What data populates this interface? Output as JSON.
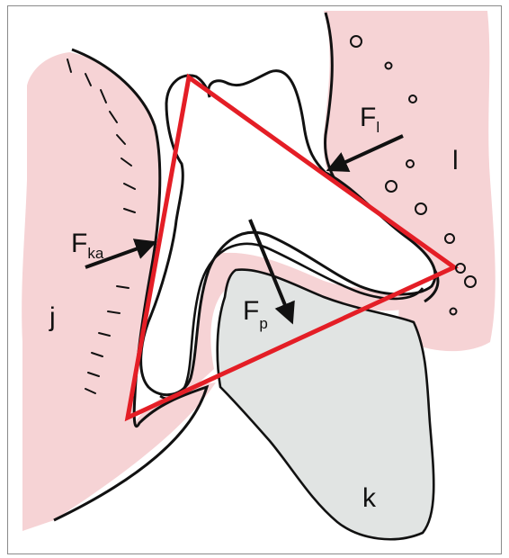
{
  "colors": {
    "soft_tissue": "#f6d3d5",
    "bone": "#e1e4e3",
    "outline": "#111111",
    "triangle": "#e41e26",
    "arrow": "#111111",
    "frame": "#8a8a8a"
  },
  "labels": {
    "jaw": "j",
    "tongue": "l",
    "food": "k",
    "force_cheek": {
      "main": "F",
      "sub": "ka"
    },
    "force_tongue": {
      "main": "F",
      "sub": "l"
    },
    "force_pressure": {
      "main": "F",
      "sub": "p"
    }
  }
}
